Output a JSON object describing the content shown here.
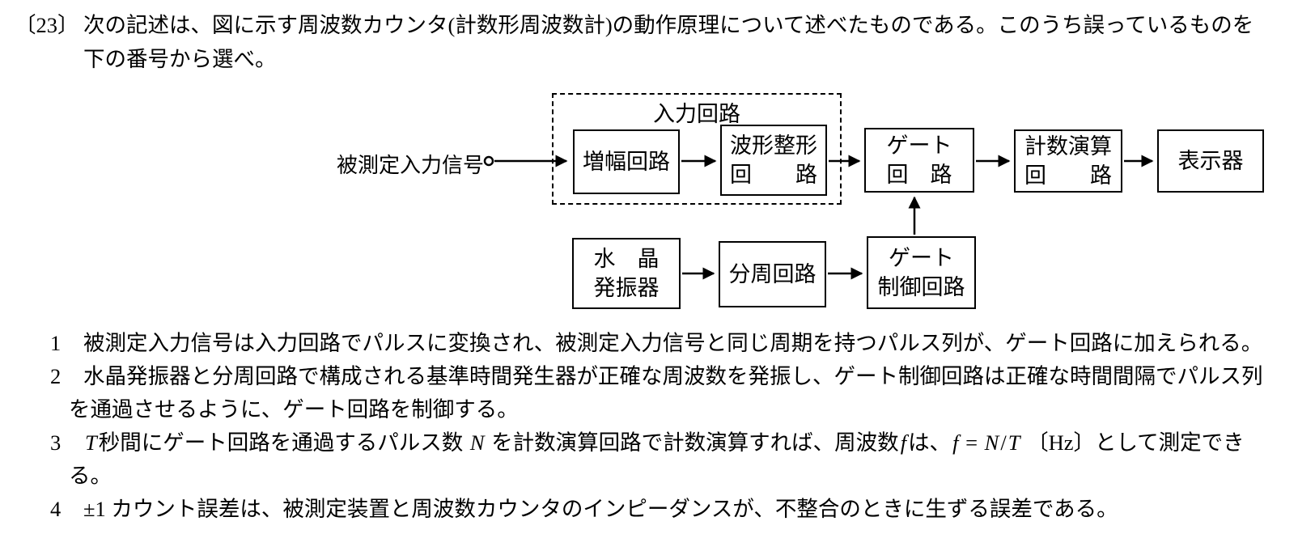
{
  "question": {
    "number": "〔23〕",
    "line1": "次の記述は、図に示す周波数カウンタ(計数形周波数計)の動作原理について述べたものである。このうち誤っているものを",
    "line2": "下の番号から選べ。"
  },
  "diagram": {
    "input_label": "被測定入力信号",
    "dashed_group_label": "入力回路",
    "blocks": {
      "amplifier": {
        "lines": [
          "増幅回路"
        ]
      },
      "wave_shaping": {
        "lines": [
          "波形整形",
          "回　　路"
        ]
      },
      "gate": {
        "lines": [
          "ゲート",
          "回　路"
        ]
      },
      "count_arithmetic": {
        "lines": [
          "計数演算",
          "回　　路"
        ]
      },
      "display": {
        "lines": [
          "表示器"
        ]
      },
      "crystal_oscillator": {
        "lines": [
          "水　晶",
          "発振器"
        ]
      },
      "frequency_divider": {
        "lines": [
          "分周回路"
        ]
      },
      "gate_control": {
        "lines": [
          "ゲート",
          "制御回路"
        ]
      }
    }
  },
  "choices": [
    {
      "number": "1",
      "lines": [
        [
          {
            "t": "被測定入力信号は入力回路でパルスに変換され、被測定入力信号と同じ周期を持つパルス列が、ゲート回路に加えられる。"
          }
        ]
      ]
    },
    {
      "number": "2",
      "lines": [
        [
          {
            "t": "水晶発振器と分周回路で構成される基準時間発生器が正確な周波数を発振し、ゲート制御回路は正確な時間間隔でパルス列"
          }
        ],
        [
          {
            "t": "を通過させるように、ゲート回路を制御する。"
          }
        ]
      ]
    },
    {
      "number": "3",
      "lines": [
        [
          {
            "t": "T",
            "i": true
          },
          {
            "t": "秒間にゲート回路を通過するパルス数 "
          },
          {
            "t": "N",
            "i": true
          },
          {
            "t": " を計数演算回路で計数演算すれば、周波数"
          },
          {
            "t": "f",
            "i": true
          },
          {
            "t": "は、"
          },
          {
            "t": "f",
            "i": true
          },
          {
            "t": " = "
          },
          {
            "t": "N",
            "i": true
          },
          {
            "t": "/"
          },
          {
            "t": "T",
            "i": true
          },
          {
            "t": " 〔Hz〕として測定でき"
          }
        ],
        [
          {
            "t": "る。"
          }
        ]
      ]
    },
    {
      "number": "4",
      "lines": [
        [
          {
            "t": "±1 カウント誤差は、被測定装置と周波数カウンタのインピーダンスが、不整合のときに生ずる誤差である。"
          }
        ]
      ]
    }
  ]
}
